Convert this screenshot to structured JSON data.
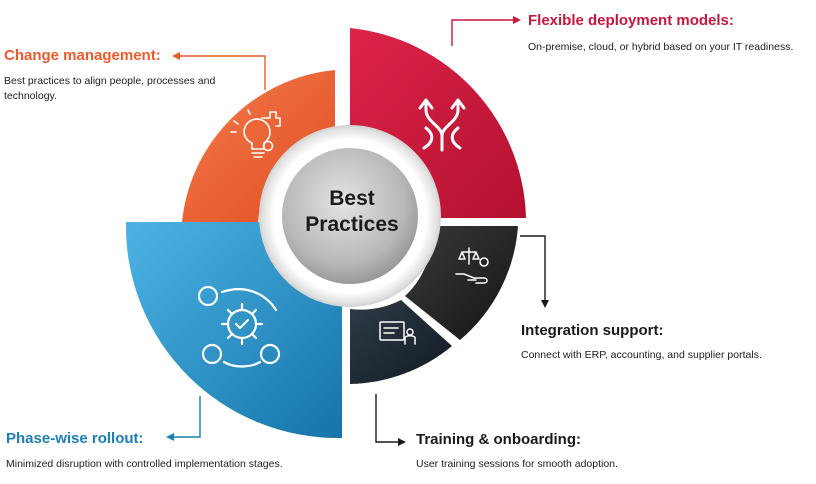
{
  "center": {
    "line1": "Best",
    "line2": "Practices"
  },
  "items": [
    {
      "title": "Change management:",
      "desc": "Best practices to align people, processes and technology.",
      "color": "#ee5a2c",
      "icon": "lightbulb-puzzle-icon"
    },
    {
      "title": "Flexible deployment models:",
      "desc": "On-premise, cloud, or hybrid based on your IT readiness.",
      "color": "#c8173d",
      "icon": "split-arrows-icon"
    },
    {
      "title": "Integration support:",
      "desc": "Connect with ERP, accounting, and supplier portals.",
      "color": "#1a1a1a",
      "icon": "hand-gear-icon"
    },
    {
      "title": "Training & onboarding:",
      "desc": "User training sessions for smooth adoption.",
      "color": "#1a1a1a",
      "icon": "presentation-board-icon"
    },
    {
      "title": "Phase-wise rollout:",
      "desc": "Minimized disruption with controlled implementation stages.",
      "color": "#1c7fb4",
      "icon": "gear-cycle-icon"
    }
  ]
}
